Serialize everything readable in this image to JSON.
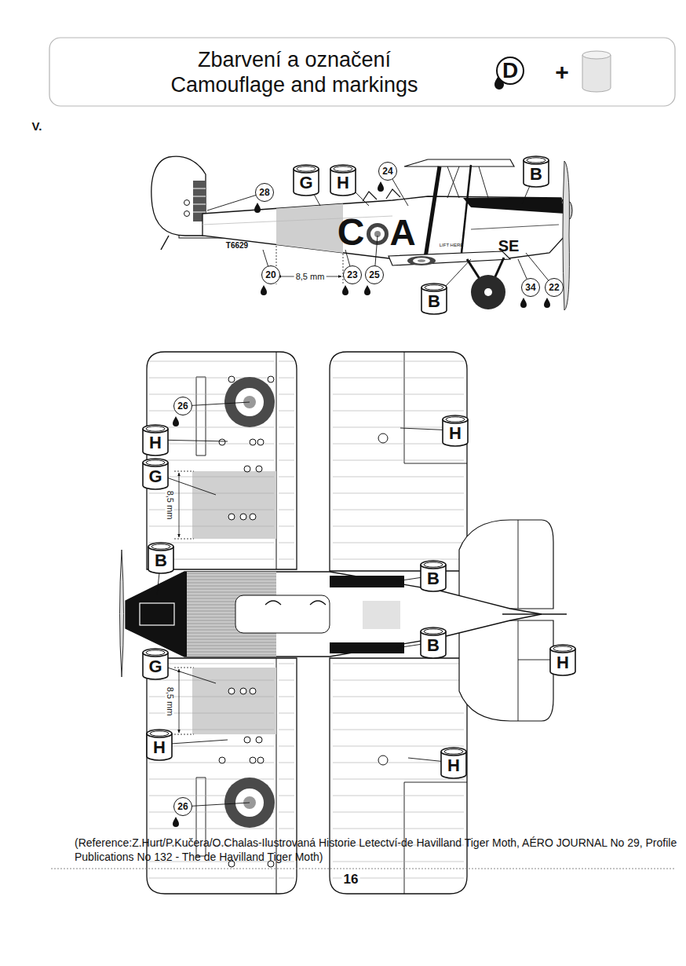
{
  "diagram": {
    "title": "Zbarvení a označení Camouflage and markings",
    "caption": "(Reference:Z.Hurt/P.Kučera/O.Chalas-Ilustrovaná Historie Letectví-de Havilland Tiger Moth, AÉRO JOURNAL No 29, Profile Publications No 132 - The de Havilland Tiger Moth)",
    "nodes": [
      {
        "text": [
          "D"
        ]
      },
      {
        "text": [
          "G"
        ]
      },
      {
        "text": [
          "H"
        ]
      },
      {
        "text": [
          "24"
        ]
      },
      {
        "text": [
          "B"
        ]
      },
      {
        "text": [
          "28"
        ]
      },
      {
        "text": [
          "20"
        ]
      },
      {
        "text": [
          "23"
        ]
      },
      {
        "text": [
          "25"
        ]
      },
      {
        "text": [
          "B"
        ]
      },
      {
        "text": [
          "34"
        ]
      },
      {
        "text": [
          "22"
        ]
      },
      {
        "text": [
          "26"
        ]
      },
      {
        "text": [
          "H"
        ]
      },
      {
        "text": [
          "G"
        ]
      },
      {
        "text": [
          "B"
        ]
      },
      {
        "text": [
          "H"
        ]
      },
      {
        "text": [
          "B"
        ]
      },
      {
        "text": [
          "B"
        ]
      },
      {
        "text": [
          "H"
        ]
      },
      {
        "text": [
          "G"
        ]
      },
      {
        "text": [
          "H"
        ]
      },
      {
        "text": [
          "H"
        ]
      },
      {
        "text": [
          "26"
        ]
      }
    ],
    "labels": [
      "V.",
      "+",
      "C",
      "A",
      "T6629",
      "SE",
      "LIFT HERE",
      "8,5 mm",
      "8,5 mm",
      "8,5 mm",
      "16"
    ]
  }
}
